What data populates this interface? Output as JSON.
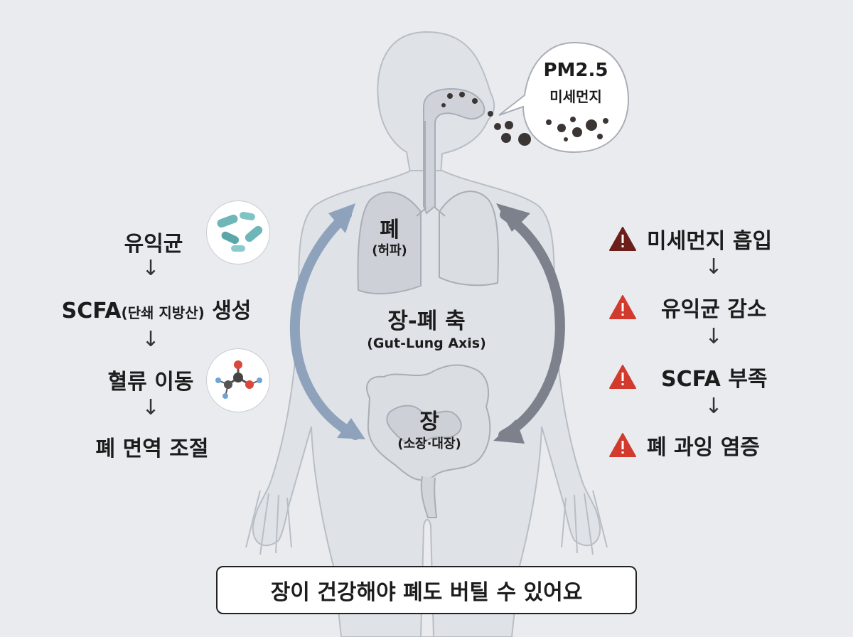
{
  "left_flow": {
    "steps": [
      {
        "main": "유익균",
        "sub": ""
      },
      {
        "main": "SCFA",
        "sub": "(단쇄 지방산)",
        "suffix": "생성"
      },
      {
        "main": "혈류 이동",
        "sub": ""
      },
      {
        "main": "폐 면역 조절",
        "sub": ""
      }
    ],
    "arrow": "↓"
  },
  "right_flow": {
    "steps": [
      {
        "label": "미세먼지 흡입",
        "severity": "dark"
      },
      {
        "label": "유익균 감소",
        "severity": "red"
      },
      {
        "label": "SCFA 부족",
        "severity": "red"
      },
      {
        "label": "폐 과잉 염증",
        "severity": "red"
      }
    ],
    "arrow": "↓"
  },
  "lung": {
    "title": "폐",
    "sub": "(허파)"
  },
  "gut": {
    "title": "장",
    "sub": "(소장·대장)"
  },
  "axis": {
    "title": "장-폐 축",
    "sub": "(Gut-Lung Axis)"
  },
  "pm_bubble": {
    "title": "PM2.5",
    "sub": "미세먼지"
  },
  "caption": "장이 건강해야 폐도 버틸 수 있어요",
  "icons": {
    "bacteria": "bacteria-icon",
    "molecule": "molecule-icon",
    "warning": "warning-icon"
  },
  "colors": {
    "background": "#e9ebef",
    "body_fill": "#dfe2e7",
    "arrow_left": "#8ea3bb",
    "arrow_right": "#7d818c",
    "warning_red": "#d23a2e",
    "warning_dark": "#6b1e1a",
    "bacteria_teal": "#6fb6b8"
  }
}
